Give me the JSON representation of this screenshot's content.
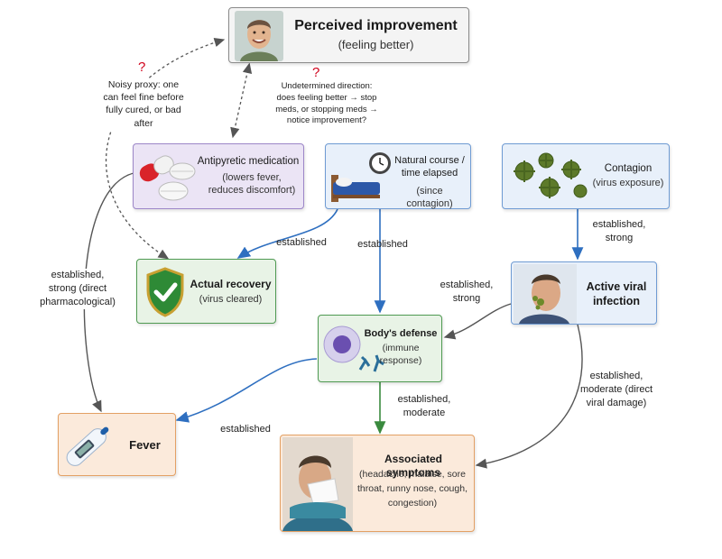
{
  "nodes": {
    "perceived": {
      "title": "Perceived improvement",
      "subtitle": "(feeling better)",
      "icon": "smiling-man-portrait-icon"
    },
    "antipyretic": {
      "title": "Antipyretic medication",
      "subtitle": "(lowers fever, reduces discomfort)",
      "icon": "pills-icon"
    },
    "natural": {
      "title": "Natural course / time elapsed",
      "subtitle": "(since contagion)",
      "icon": "bed-alarm-clock-icon"
    },
    "contagion": {
      "title": "Contagion",
      "subtitle": "(virus exposure)",
      "icon": "virus-particles-icon"
    },
    "recovery": {
      "title": "Actual recovery",
      "subtitle": "(virus cleared)",
      "icon": "shield-check-icon"
    },
    "infection": {
      "title": "Active viral infection",
      "subtitle": "",
      "icon": "infected-man-portrait-icon"
    },
    "defense": {
      "title": "Body's defense",
      "subtitle": "(immune response)",
      "icon": "immune-cell-antibodies-icon"
    },
    "fever": {
      "title": "Fever",
      "subtitle": "",
      "icon": "thermometer-icon"
    },
    "symptoms": {
      "title": "Associated symptoms",
      "subtitle": "(headache, malaise, sore throat, runny nose, cough, congestion)",
      "icon": "sneezing-man-portrait-icon"
    }
  },
  "annotations": {
    "noisy_proxy": {
      "mark": "?",
      "text": "Noisy proxy: one can feel fine before fully cured, or bad after"
    },
    "undetermined": {
      "mark": "?",
      "text": "Undetermined direction: does feeling better → stop meds, or stopping meds → notice improvement?"
    }
  },
  "edges": {
    "natural_recovery": "established",
    "natural_defense": "established",
    "contagion_infection": "established, strong",
    "infection_defense": "established, strong",
    "antipyretic_fever": "established, strong (direct pharmacological)",
    "defense_fever": "established",
    "defense_symptoms": "established, moderate",
    "infection_symptoms": "established, moderate (direct viral damage)"
  },
  "colors": {
    "grey": "#8a8a8a",
    "purple": "#9c86c8",
    "blue": "#6f9bd3",
    "green": "#4f9a52",
    "orange": "#e3a064",
    "arrow_blue": "#2e6fc0",
    "arrow_green": "#3a8a3e",
    "arrow_grey": "#555555",
    "question": "#d0021b"
  }
}
